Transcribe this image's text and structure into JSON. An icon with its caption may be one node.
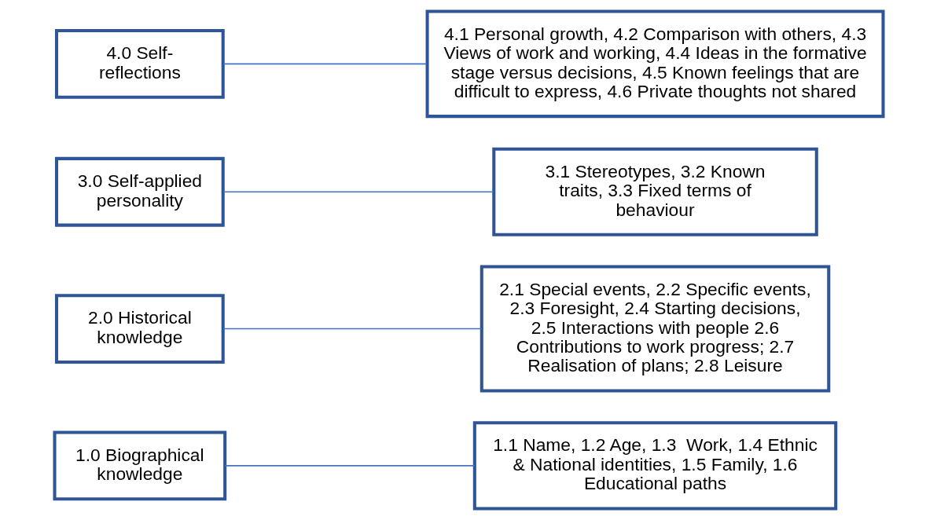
{
  "diagram": {
    "nodes": [
      {
        "text": [
          "1.0 Biographical knowledge"
        ]
      },
      {
        "text": [
          "1.1 Name, 1.2 Age, 1.3  Work, 1.4 Ethnic & National identities, 1.5 Family, 1.6 Educational paths"
        ]
      },
      {
        "text": [
          "2.0 Historical knowledge"
        ]
      },
      {
        "text": [
          "2.1 Special events, 2.2 Specific events, 2.3 Foresight, 2.4 Starting decisions, 2.5 Interactions with people 2.6 Contributions to work progress; 2.7 Realisation of plans; 2.8 Leisure"
        ]
      },
      {
        "text": [
          "3.0 Self-applied personality"
        ]
      },
      {
        "text": [
          "3.1 Stereotypes, 3.2 Known traits, 3.3 Fixed terms of behaviour"
        ]
      },
      {
        "text": [
          "4.0 Self-reflections"
        ]
      },
      {
        "text": [
          "4.1 Personal growth, 4.2 Comparison with others, 4.3 Views of work and working, 4.4 Ideas in the formative stage versus decisions, 4.5 Known feelings that are difficult to express, 4.6 Private thoughts not shared"
        ]
      }
    ],
    "edges": [
      {
        "from": 0,
        "to": 1,
        "arrow": "none"
      },
      {
        "from": 2,
        "to": 3,
        "arrow": "none"
      },
      {
        "from": 4,
        "to": 5,
        "arrow": "none"
      },
      {
        "from": 6,
        "to": 7,
        "arrow": "none"
      }
    ]
  }
}
